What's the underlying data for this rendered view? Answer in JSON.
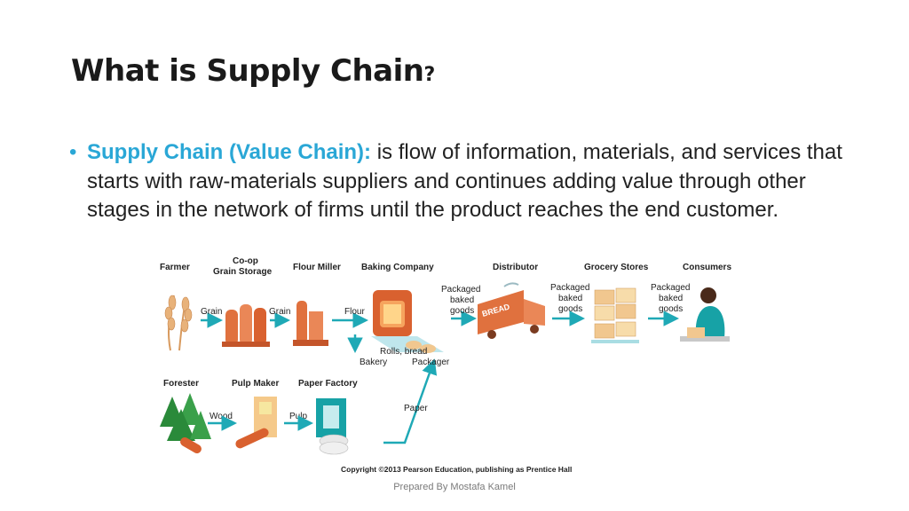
{
  "slide": {
    "title_main": "What is Supply Chain",
    "title_mark": "?",
    "bullet_lead": "Supply Chain (Value Chain):",
    "bullet_text": " is flow of information, materials, and services that starts with raw-materials suppliers and continues adding value through other stages in the network of firms until the product reaches the end customer.",
    "copyright": "Copyright ©2013 Pearson Education, publishing as Prentice Hall",
    "footer": "Prepared By Mostafa Kamel"
  },
  "diagram": {
    "stages_top": {
      "farmer": "Farmer",
      "coop_line1": "Co-op",
      "coop_line2": "Grain Storage",
      "flour_miller": "Flour Miller",
      "baking_company": "Baking Company",
      "distributor": "Distributor",
      "grocery_stores": "Grocery Stores",
      "consumers": "Consumers"
    },
    "stages_bottom": {
      "forester": "Forester",
      "pulp_maker": "Pulp Maker",
      "paper_factory": "Paper Factory"
    },
    "flows": {
      "grain_1": "Grain",
      "grain_2": "Grain",
      "flour": "Flour",
      "packaged_1": [
        "Packaged",
        "baked",
        "goods"
      ],
      "packaged_2": [
        "Packaged",
        "baked",
        "goods"
      ],
      "packaged_3": [
        "Packaged",
        "baked",
        "goods"
      ],
      "rolls_bread": "Rolls, bread",
      "bakery": "Bakery",
      "packager": "Packager",
      "wood": "Wood",
      "pulp": "Pulp",
      "paper": "Paper"
    },
    "truck_text": "BREAD",
    "colors": {
      "arrow": "#1fa9b6",
      "orange": "#e0713e",
      "tan": "#f1c78f",
      "green": "#2a8a3a"
    }
  }
}
